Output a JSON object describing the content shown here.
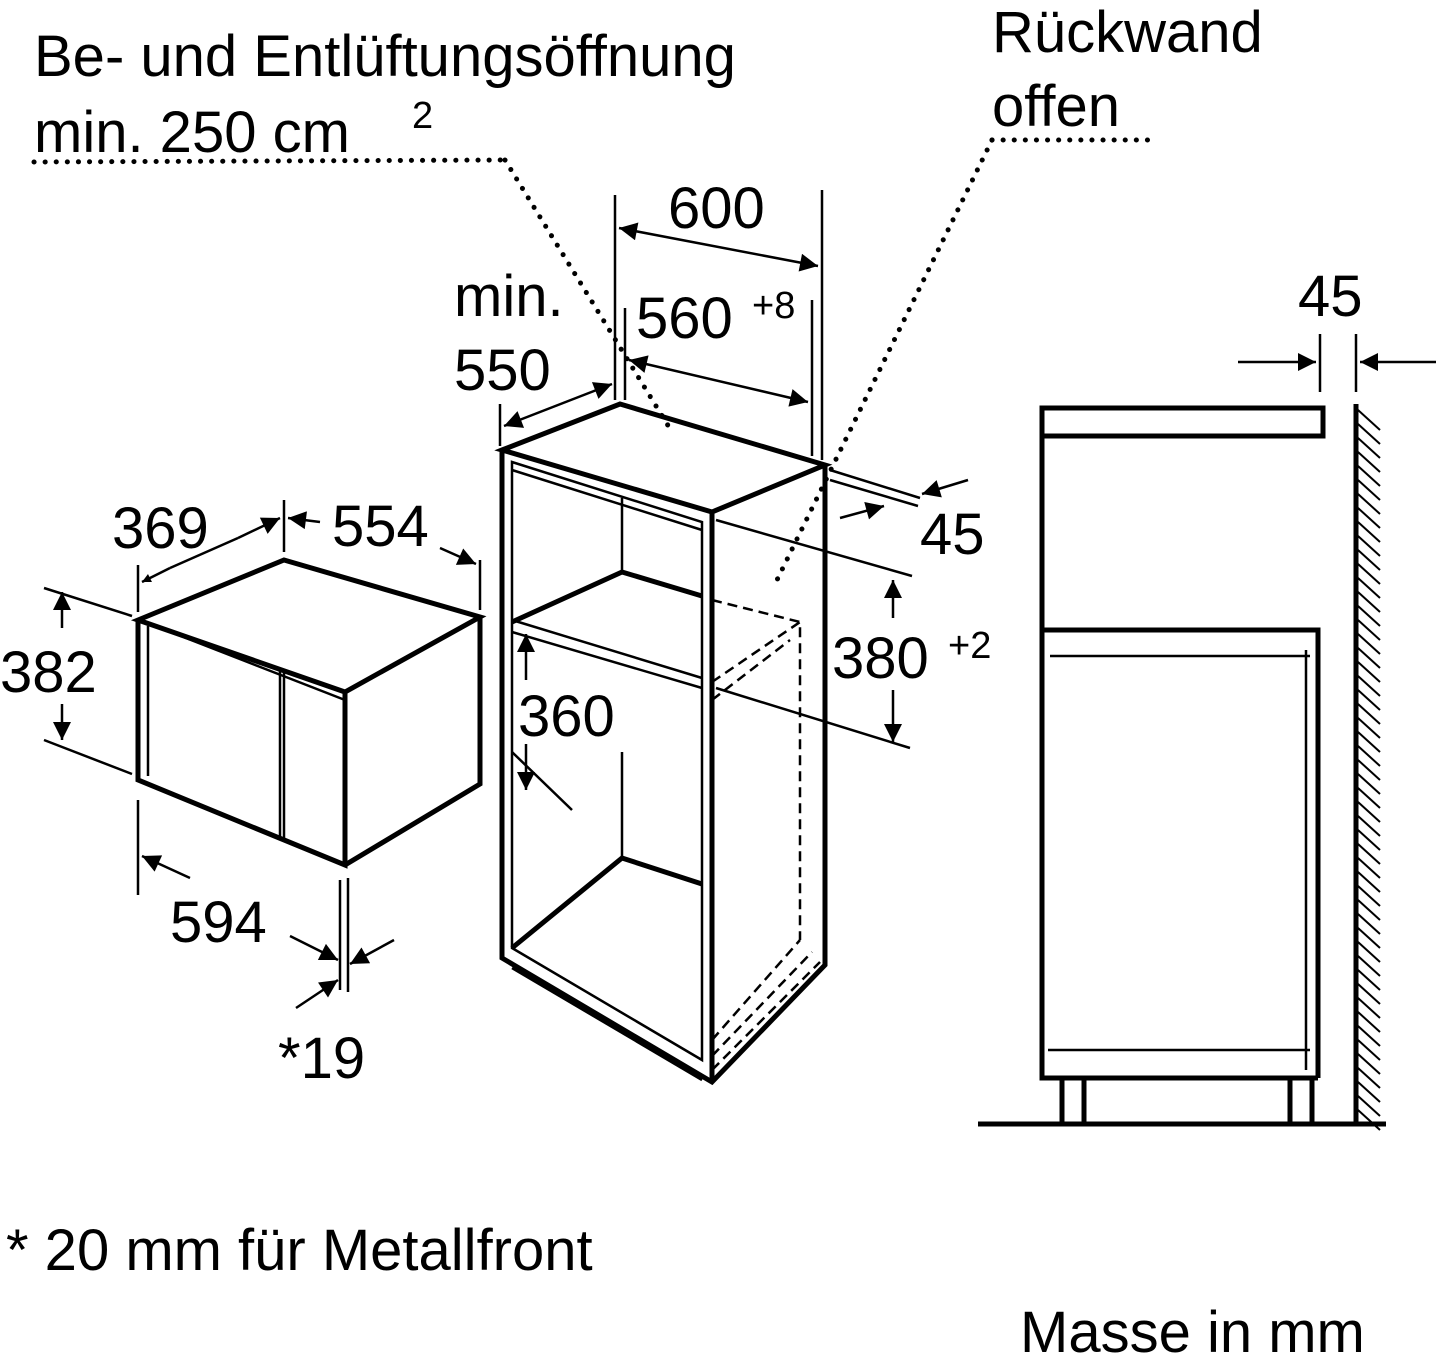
{
  "labels": {
    "ventilation_line1": "Be- und Entlüftungsöffnung",
    "ventilation_line2": "min. 250 cm",
    "ventilation_sup": "2",
    "back_line1": "Rückwand",
    "back_line2": "offen",
    "dim_600": "600",
    "dim_min": "min.",
    "dim_550": "550",
    "dim_560": "560",
    "dim_560_sup": "+8",
    "dim_45_top": "45",
    "dim_45_side": "45",
    "dim_369": "369",
    "dim_554": "554",
    "dim_382": "382",
    "dim_360": "360",
    "dim_380": "380",
    "dim_380_sup": "+2",
    "dim_594": "594",
    "dim_19": "*19",
    "footnote": "* 20 mm für Metallfront",
    "units": "Masse in mm"
  }
}
